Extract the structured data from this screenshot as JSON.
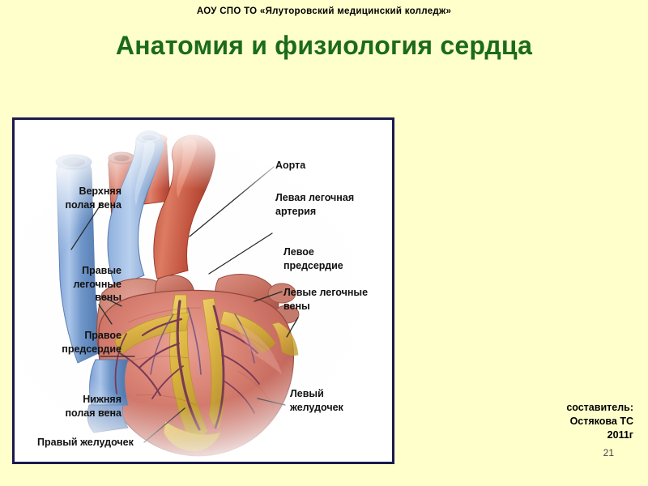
{
  "slide": {
    "institution_header": "АОУ СПО ТО «Ялуторовский медицинский колледж»",
    "title": "Анатомия и физиология сердца",
    "background_color": "#ffffcc",
    "title_color": "#1b6b1b",
    "frame_border_color": "#1a1a4e"
  },
  "figure": {
    "caption_alt": "Анатомическое изображение сердца человека с подписями",
    "labels": [
      {
        "id": "superior-vena-cava",
        "text": "Верхняя\nполая вена",
        "side": "left"
      },
      {
        "id": "right-pulmonary-veins",
        "text": "Правые\nлегочные\nвены",
        "side": "left"
      },
      {
        "id": "right-atrium",
        "text": "Правое\nпредсердие",
        "side": "left"
      },
      {
        "id": "inferior-vena-cava",
        "text": "Нижняя\nполая вена",
        "side": "left"
      },
      {
        "id": "right-ventricle",
        "text": "Правый желудочек",
        "side": "left"
      },
      {
        "id": "aorta",
        "text": "Аорта",
        "side": "right"
      },
      {
        "id": "left-pulmonary-artery",
        "text": "Левая легочная\nартерия",
        "side": "right"
      },
      {
        "id": "left-atrium",
        "text": "Левое\nпредсердие",
        "side": "right"
      },
      {
        "id": "left-pulmonary-veins",
        "text": "Левые легочные\nвены",
        "side": "right"
      },
      {
        "id": "left-ventricle",
        "text": "Левый\nжелудочек",
        "side": "right"
      }
    ]
  },
  "credit": {
    "role_line": "составитель:",
    "author_line": "Остякова ТС",
    "year_line": "2011г",
    "page_number": "21"
  }
}
